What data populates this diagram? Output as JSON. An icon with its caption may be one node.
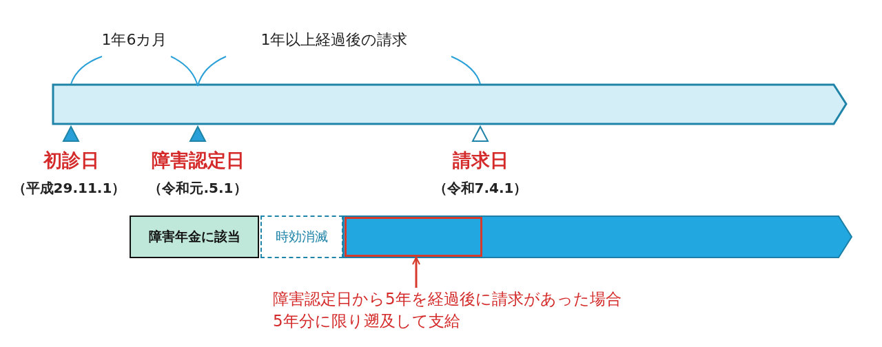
{
  "diagram": {
    "nodes": [
      {
        "text": [
          "障害年金に該当"
        ]
      },
      {
        "text": [
          "時効消滅"
        ]
      },
      {
        "text": [],
        "shape": "bar"
      },
      {
        "text": [],
        "shape": "box",
        "in": 2
      },
      {
        "text": [
          "障害認定日から5年を経過後に請求があった場合",
          "5年分に限り遡及して支給"
        ]
      }
    ],
    "edges": [
      {
        "from": 4,
        "to": 3,
        "arrow": "to",
        "color": "#d63a2a"
      }
    ],
    "labels": [
      "1年6カ月",
      "1年以上経過後の請求",
      "初診日",
      "障害認定日",
      "請求日",
      "（平成29.11.1）",
      "（令和元.5.1）",
      "（令和7.4.1）"
    ]
  }
}
